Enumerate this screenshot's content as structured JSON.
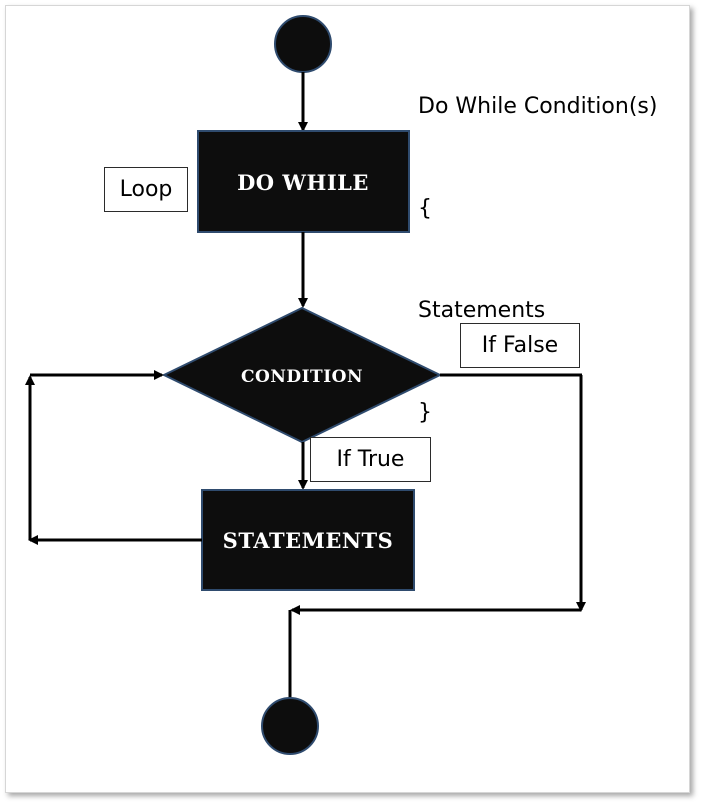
{
  "colors": {
    "node_fill": "#0d0d0d",
    "node_border": "#2f4b6e",
    "text_on_node": "#ffffff",
    "arrow": "#000000"
  },
  "nodes": {
    "do_while": "DO WHILE",
    "condition": "CONDITION",
    "statements": "STATEMENTS"
  },
  "labels": {
    "loop": "Loop",
    "if_false": "If False",
    "if_true": "If True"
  },
  "syntax_note": {
    "line1": "Do While Condition(s)",
    "line2": "{",
    "line3": "Statements",
    "line4": "}"
  }
}
